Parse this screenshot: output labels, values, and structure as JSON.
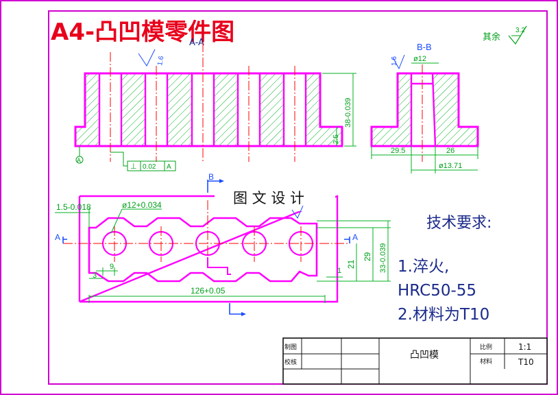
{
  "title": "A4-凸凹模零件图",
  "surface_finish": {
    "label": "其余",
    "value": "3.2"
  },
  "front_view": {
    "section_label": "A-A",
    "roughness": "1.6",
    "dims": {
      "height": "38-0.039",
      "base": "2.5"
    },
    "datum": "A",
    "tolerance": {
      "symbol": "⊥",
      "value": "0.02",
      "datum": "A"
    }
  },
  "side_view": {
    "section_label": "B-B",
    "roughness": "1.6",
    "dims": {
      "hole": "ø12",
      "left": "29.5",
      "right": "26",
      "bottom": "ø13.71"
    }
  },
  "top_view": {
    "banner": "图 文 设 计",
    "section_marks": {
      "b": "B",
      "a_left": "A",
      "a_right": "A"
    },
    "dims": {
      "offset": "1.5-0.018",
      "hole": "ø12+0.034",
      "pitch": "9",
      "edge": "3",
      "length": "126+0.05",
      "width_inner": "21",
      "width_mid": "29",
      "width_outer": "33-0.039",
      "right_gap": "1"
    }
  },
  "tech_requirements": {
    "heading": "技术要求:",
    "items": [
      "1.淬火,",
      "HRC50-55",
      "2.材料为T10"
    ]
  },
  "title_block": {
    "drawn_label": "制图",
    "check_label": "校核",
    "part_name": "凸凹模",
    "scale_label": "比例",
    "scale_value": "1:1",
    "material_label": "材料",
    "material_value": "T10"
  },
  "colors": {
    "border": "#e000e0",
    "outline": "#ff00ff",
    "centerline": "#ff0000",
    "dimension": "#00b020",
    "section_line": "#00a800",
    "title": "#e8001c"
  }
}
